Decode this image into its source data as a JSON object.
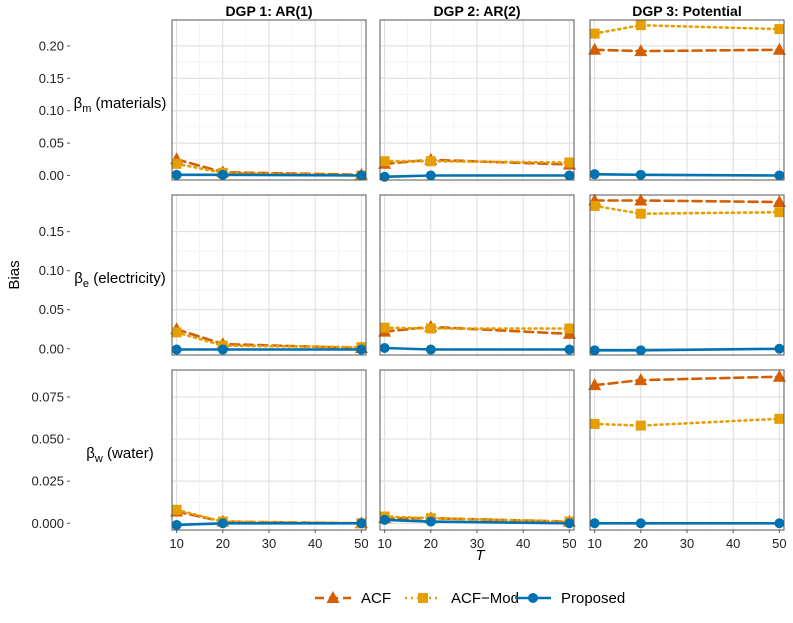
{
  "chart_data": {
    "type": "line",
    "x_label": "T",
    "y_label": "Bias",
    "x_ticks": [
      10,
      20,
      30,
      40,
      50
    ],
    "x": [
      10,
      20,
      50
    ],
    "x_range": [
      9,
      51
    ],
    "grid": true,
    "legend_position": "bottom",
    "columns": [
      "DGP 1: AR(1)",
      "DGP 2: AR(2)",
      "DGP 3: Potential"
    ],
    "rows": [
      {
        "greek": "β",
        "sub": "m",
        "label": "(materials)",
        "y_range": [
          -0.007,
          0.24
        ],
        "y_ticks": [
          "0.00",
          "0.05",
          "0.10",
          "0.15",
          "0.20"
        ]
      },
      {
        "greek": "β",
        "sub": "e",
        "label": "(electricity)",
        "y_range": [
          -0.008,
          0.197
        ],
        "y_ticks": [
          "0.00",
          "0.05",
          "0.10",
          "0.15"
        ]
      },
      {
        "greek": "β",
        "sub": "w",
        "label": "(water)",
        "y_range": [
          -0.004,
          0.091
        ],
        "y_ticks": [
          "0.000",
          "0.025",
          "0.050",
          "0.075"
        ]
      }
    ],
    "series": [
      {
        "name": "ACF",
        "color": "#D55E00",
        "dash": "dashed",
        "marker": "triangle"
      },
      {
        "name": "ACF−Mod",
        "color": "#E69F00",
        "dash": "dotted",
        "marker": "square"
      },
      {
        "name": "Proposed",
        "color": "#0072B2",
        "dash": "solid",
        "marker": "circle"
      }
    ],
    "values": [
      [
        {
          "ACF": [
            0.025,
            0.005,
            0.001
          ],
          "ACF−Mod": [
            0.018,
            0.004,
            0.0
          ],
          "Proposed": [
            0.001,
            0.001,
            0.0
          ]
        },
        {
          "ACF": [
            0.018,
            0.024,
            0.017
          ],
          "ACF−Mod": [
            0.022,
            0.022,
            0.02
          ],
          "Proposed": [
            -0.002,
            0.0,
            0.0
          ]
        },
        {
          "ACF": [
            0.194,
            0.192,
            0.194
          ],
          "ACF−Mod": [
            0.219,
            0.232,
            0.226
          ],
          "Proposed": [
            0.002,
            0.001,
            0.0
          ]
        }
      ],
      [
        {
          "ACF": [
            0.025,
            0.006,
            0.001
          ],
          "ACF−Mod": [
            0.021,
            0.004,
            0.002
          ],
          "Proposed": [
            -0.001,
            -0.001,
            -0.001
          ]
        },
        {
          "ACF": [
            0.022,
            0.028,
            0.019
          ],
          "ACF−Mod": [
            0.027,
            0.026,
            0.026
          ],
          "Proposed": [
            0.001,
            -0.001,
            -0.001
          ]
        },
        {
          "ACF": [
            0.19,
            0.19,
            0.188
          ],
          "ACF−Mod": [
            0.183,
            0.173,
            0.175
          ],
          "Proposed": [
            -0.002,
            -0.002,
            0.0
          ]
        }
      ],
      [
        {
          "ACF": [
            0.007,
            0.001,
            0.0
          ],
          "ACF−Mod": [
            0.008,
            0.001,
            0.0
          ],
          "Proposed": [
            -0.001,
            0.0,
            0.0
          ]
        },
        {
          "ACF": [
            0.003,
            0.003,
            0.001
          ],
          "ACF−Mod": [
            0.004,
            0.003,
            0.001
          ],
          "Proposed": [
            0.002,
            0.001,
            0.0
          ]
        },
        {
          "ACF": [
            0.082,
            0.085,
            0.087
          ],
          "ACF−Mod": [
            0.059,
            0.058,
            0.062
          ],
          "Proposed": [
            0.0,
            0.0,
            0.0
          ]
        }
      ]
    ]
  }
}
